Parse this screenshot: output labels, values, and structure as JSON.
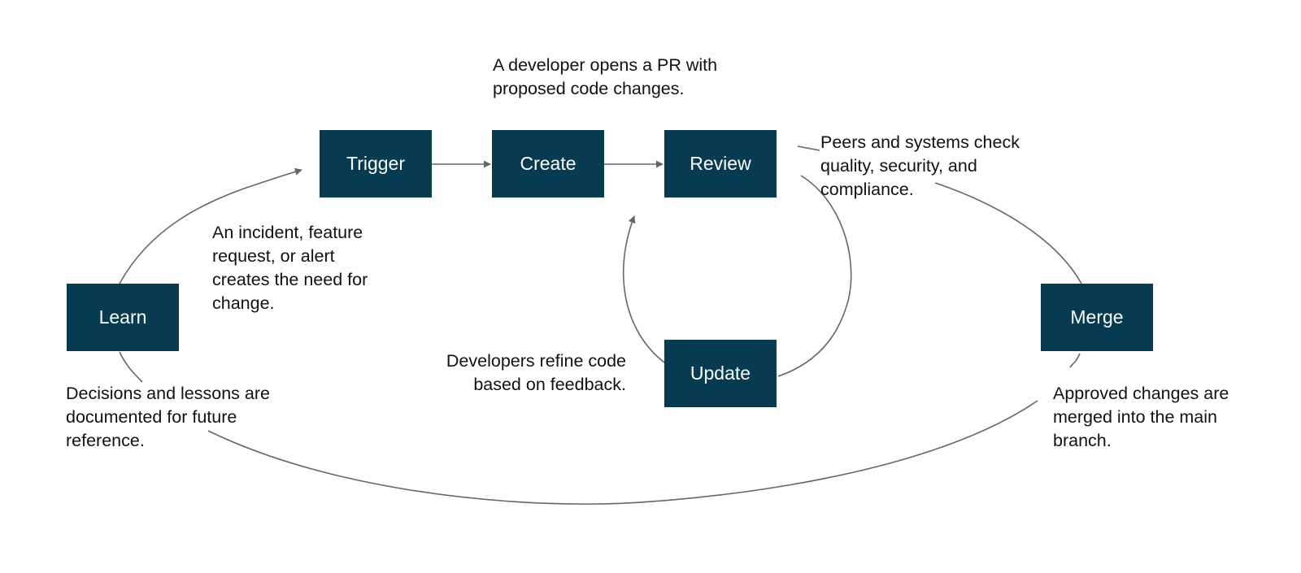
{
  "nodes": {
    "trigger": "Trigger",
    "create": "Create",
    "review": "Review",
    "update": "Update",
    "merge": "Merge",
    "learn": "Learn"
  },
  "notes": {
    "create": "A developer opens a PR with\nproposed code changes.",
    "review": "Peers and systems check\nquality, security, and\ncompliance.",
    "trigger": "An incident, feature\nrequest, or alert\ncreates the need for\nchange.",
    "update": "Developers refine code\nbased on feedback.",
    "learn": "Decisions and lessons are\ndocumented for future\nreference.",
    "merge": "Approved changes are\nmerged into the main\nbranch."
  },
  "colors": {
    "node_fill": "#073b52",
    "node_text": "#ffffff",
    "connector": "#666666"
  }
}
